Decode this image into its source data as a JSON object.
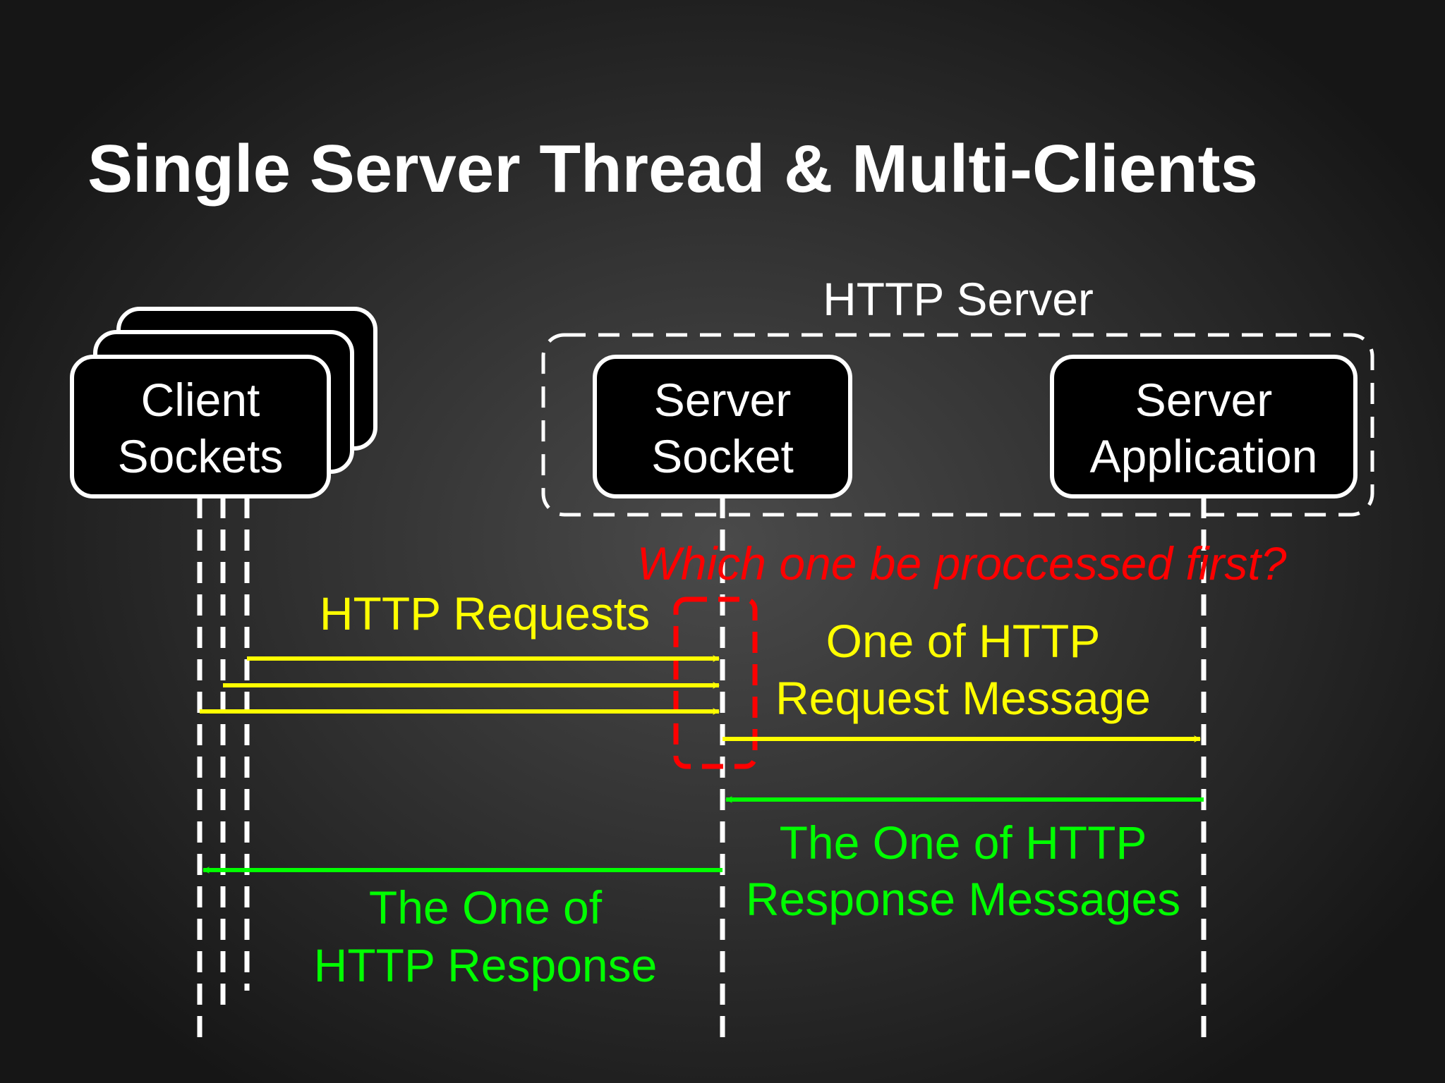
{
  "title": "Single Server Thread & Multi-Clients",
  "http_server": {
    "label": "HTTP Server"
  },
  "client": {
    "line1": "Client",
    "line2": "Sockets"
  },
  "server_socket": {
    "line1": "Server",
    "line2": "Socket"
  },
  "server_application": {
    "line1": "Server",
    "line2": "Application"
  },
  "question": "Which one be proccessed first?",
  "messages": {
    "requests": "HTTP Requests",
    "request_message_line1": "One of HTTP",
    "request_message_line2": "Request Message",
    "response_messages_line1": "The One of HTTP",
    "response_messages_line2": "Response Messages",
    "response_line1": "The One of",
    "response_line2": "HTTP Response"
  },
  "colors": {
    "background": "#2b2b2b",
    "white": "#ffffff",
    "request": "#ffff00",
    "response": "#00ff00",
    "question": "#ff0000",
    "box_fill": "#000000"
  }
}
